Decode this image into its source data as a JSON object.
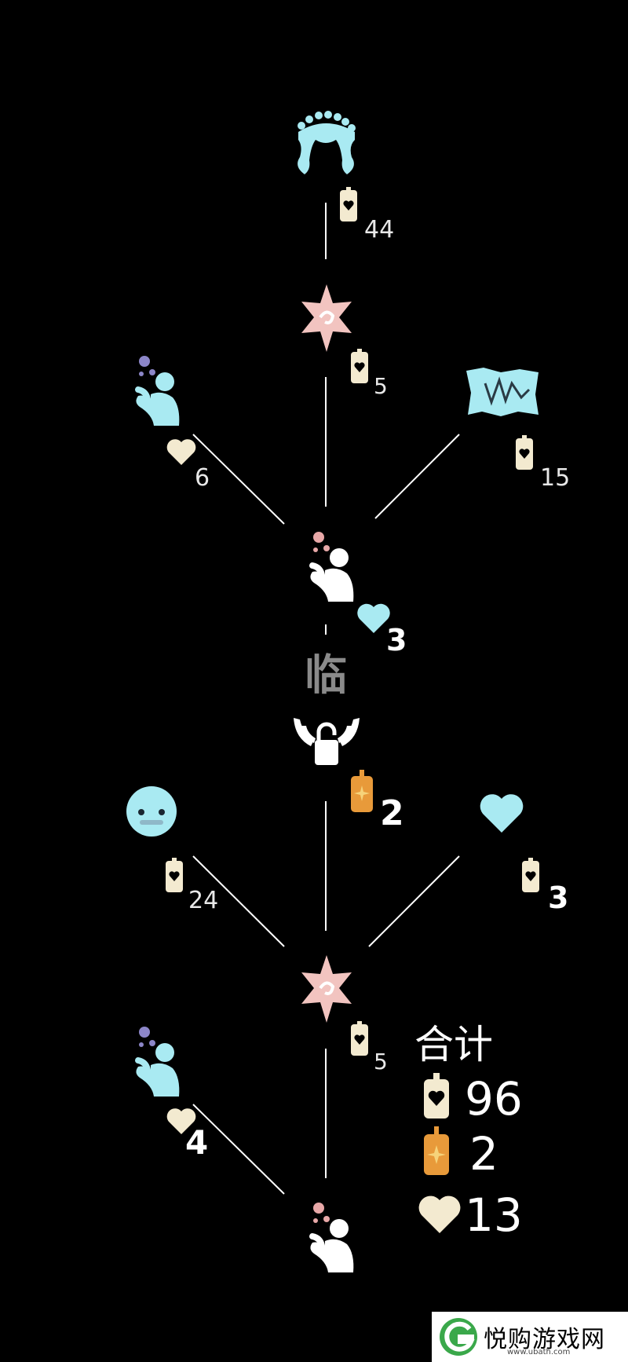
{
  "nodes": {
    "hair_cost": "44",
    "emote_top_cost": "5",
    "blow_left_cost": "6",
    "map_cost": "15",
    "blow_center_cost": "3",
    "season_label": "临",
    "unlock_cost": "2",
    "mask_cost": "24",
    "heart_right_cost": "3",
    "emote_bottom_cost": "5",
    "blow_bottom_left_cost": "4"
  },
  "totals": {
    "title": "合计",
    "candles": "96",
    "season_candles": "2",
    "hearts": "13"
  },
  "watermark": {
    "text": "悦购游戏网",
    "url": "www.ubath.com"
  },
  "colors": {
    "background": "#000000",
    "accent_cyan": "#a9eaf2",
    "candle_cream": "#f3ead0",
    "season_orange": "#e89a3a",
    "emote_pink": "#f2c4c0",
    "line_white": "#ffffff"
  }
}
